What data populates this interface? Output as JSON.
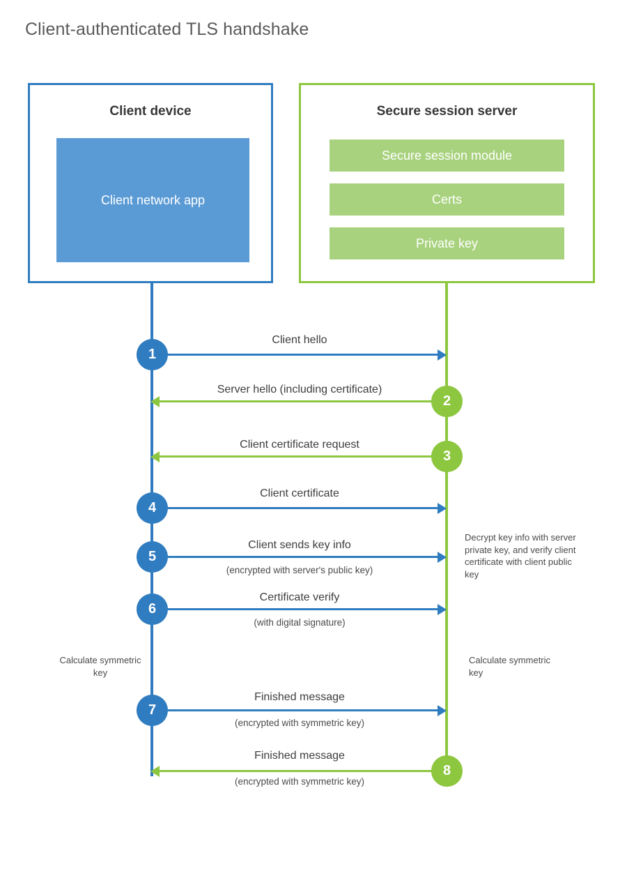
{
  "page": {
    "title": "Client-authenticated TLS handshake",
    "colors": {
      "client_blue": "#2f7cc0",
      "server_green": "#8dc63f",
      "client_app_fill": "#5b9bd5",
      "server_block_fill": "#a8d27d",
      "text": "#3d3d3d",
      "title_text": "#5a5a5a",
      "background": "#ffffff"
    }
  },
  "actors": {
    "client": {
      "title": "Client device",
      "app_label": "Client network app"
    },
    "server": {
      "title": "Secure session server",
      "blocks": [
        {
          "label": "Secure session module"
        },
        {
          "label": "Certs"
        },
        {
          "label": "Private key"
        }
      ]
    }
  },
  "messages": [
    {
      "step": "1",
      "direction": "to-server",
      "label": "Client hello",
      "sublabel": ""
    },
    {
      "step": "2",
      "direction": "to-client",
      "label": "Server hello (including certificate)",
      "sublabel": ""
    },
    {
      "step": "3",
      "direction": "to-client",
      "label": "Client certificate request",
      "sublabel": ""
    },
    {
      "step": "4",
      "direction": "to-server",
      "label": "Client certificate",
      "sublabel": ""
    },
    {
      "step": "5",
      "direction": "to-server",
      "label": "Client sends key info",
      "sublabel": "(encrypted with server's public key)"
    },
    {
      "step": "6",
      "direction": "to-server",
      "label": "Certificate verify",
      "sublabel": "(with digital signature)"
    },
    {
      "step": "7",
      "direction": "to-server",
      "label": "Finished message",
      "sublabel": "(encrypted with symmetric key)"
    },
    {
      "step": "8",
      "direction": "to-client",
      "label": "Finished message",
      "sublabel": "(encrypted with symmetric key)"
    }
  ],
  "notes": {
    "server_decrypt": "Decrypt key info with server private key, and verify client certificate with client public key",
    "client_calc": "Calculate symmetric key",
    "server_calc": "Calculate symmetric key"
  }
}
